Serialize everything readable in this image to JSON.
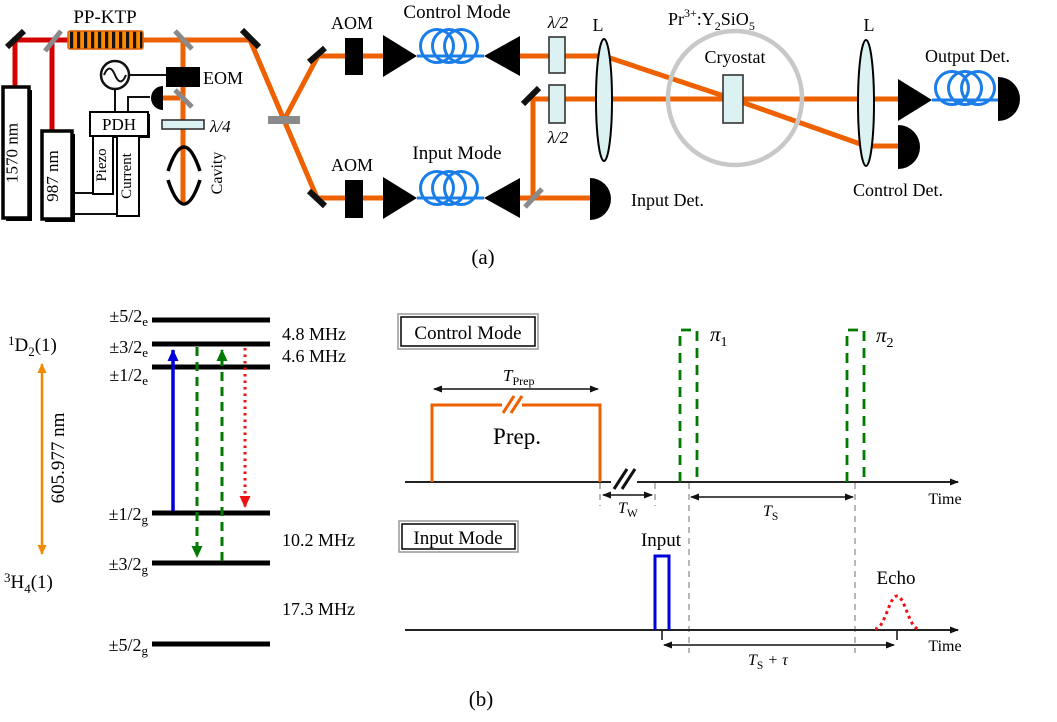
{
  "figure": {
    "caption_a": "(a)",
    "caption_b": "(b)"
  },
  "colors": {
    "beam_orange": "#ee6100",
    "beam_red": "#d40000",
    "fiber_blue": "#1b7ee8",
    "transition_blue": "#0000dd",
    "transition_green": "#007a00",
    "transition_red": "#ee1111",
    "optic_fill": "#dcf2f2",
    "beamsplitter_gray": "#8a8a8a",
    "cryostat_ring": "#c8c8c8",
    "guide_gray": "#999999"
  },
  "panel_a": {
    "pp_ktp": "PP-KTP",
    "laser_1570": "1570 nm",
    "laser_987": "987 nm",
    "eom": "EOM",
    "pdh": "PDH",
    "piezo": "Piezo",
    "current": "Current",
    "quarter_wave": "λ/4",
    "cavity": "Cavity",
    "aom_control": "AOM",
    "aom_input": "AOM",
    "control_mode": "Control Mode",
    "input_mode": "Input Mode",
    "half_wave_control": "λ/2",
    "half_wave_signal": "λ/2",
    "lens_left": "L",
    "lens_right": "L",
    "crystal": {
      "base": "Pr",
      "sup": "3+",
      "mid": ":Y",
      "sub1": "2",
      "sio": "SiO",
      "sub2": "5"
    },
    "cryostat": "Cryostat",
    "input_det": "Input Det.",
    "output_det": "Output Det.",
    "control_det": "Control Det."
  },
  "panel_b": {
    "energy": {
      "term_upper": {
        "sup": "1",
        "base": "D",
        "sub": "2",
        "rest": "(1)"
      },
      "term_lower": {
        "sup": "3",
        "base": "H",
        "sub": "4",
        "rest": "(1)"
      },
      "wavelength": "605.977 nm",
      "levels": {
        "e52": {
          "base": "±5/2",
          "sub": "e"
        },
        "e32": {
          "base": "±3/2",
          "sub": "e"
        },
        "e12": {
          "base": "±1/2",
          "sub": "e"
        },
        "g12": {
          "base": "±1/2",
          "sub": "g"
        },
        "g32": {
          "base": "±3/2",
          "sub": "g"
        },
        "g52": {
          "base": "±5/2",
          "sub": "g"
        }
      },
      "splittings": {
        "e_upper": "4.8 MHz",
        "e_lower": "4.6 MHz",
        "g_upper": "10.2 MHz",
        "g_lower": "17.3 MHz"
      }
    },
    "timing": {
      "control_mode": "Control Mode",
      "input_mode": "Input Mode",
      "prep": "Prep.",
      "t_prep": {
        "base": "T",
        "sub": "Prep"
      },
      "t_w": {
        "base": "T",
        "sub": "W"
      },
      "t_s": {
        "base": "T",
        "sub": "S"
      },
      "t_s_tau": {
        "base": "T",
        "sub": "S",
        "rest": " + τ"
      },
      "pi1": {
        "base": "π",
        "sub": "1"
      },
      "pi2": {
        "base": "π",
        "sub": "2"
      },
      "input_pulse": "Input",
      "echo": "Echo",
      "time_control": "Time",
      "time_input": "Time"
    }
  }
}
